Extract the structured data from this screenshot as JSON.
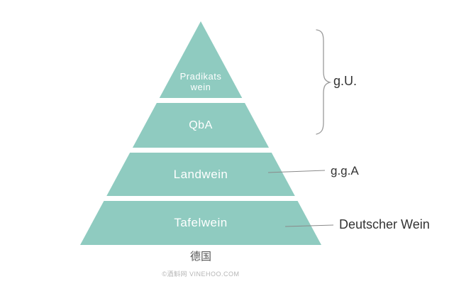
{
  "diagram": {
    "title_caption": "德国",
    "watermark": "©酒斛网 VINEHOO.COM",
    "pyramid": {
      "color": "#8fcbc0",
      "text_color": "#ffffff",
      "tiers": [
        {
          "label": "Pradikats\nwein"
        },
        {
          "label": "QbA"
        },
        {
          "label": "Landwein"
        },
        {
          "label": "Tafelwein"
        }
      ]
    },
    "annotations": {
      "brace_label": "g.U.",
      "gga_label": "g.g.A",
      "deutscher_label": "Deutscher Wein",
      "line_color": "#8a8a8a"
    }
  }
}
